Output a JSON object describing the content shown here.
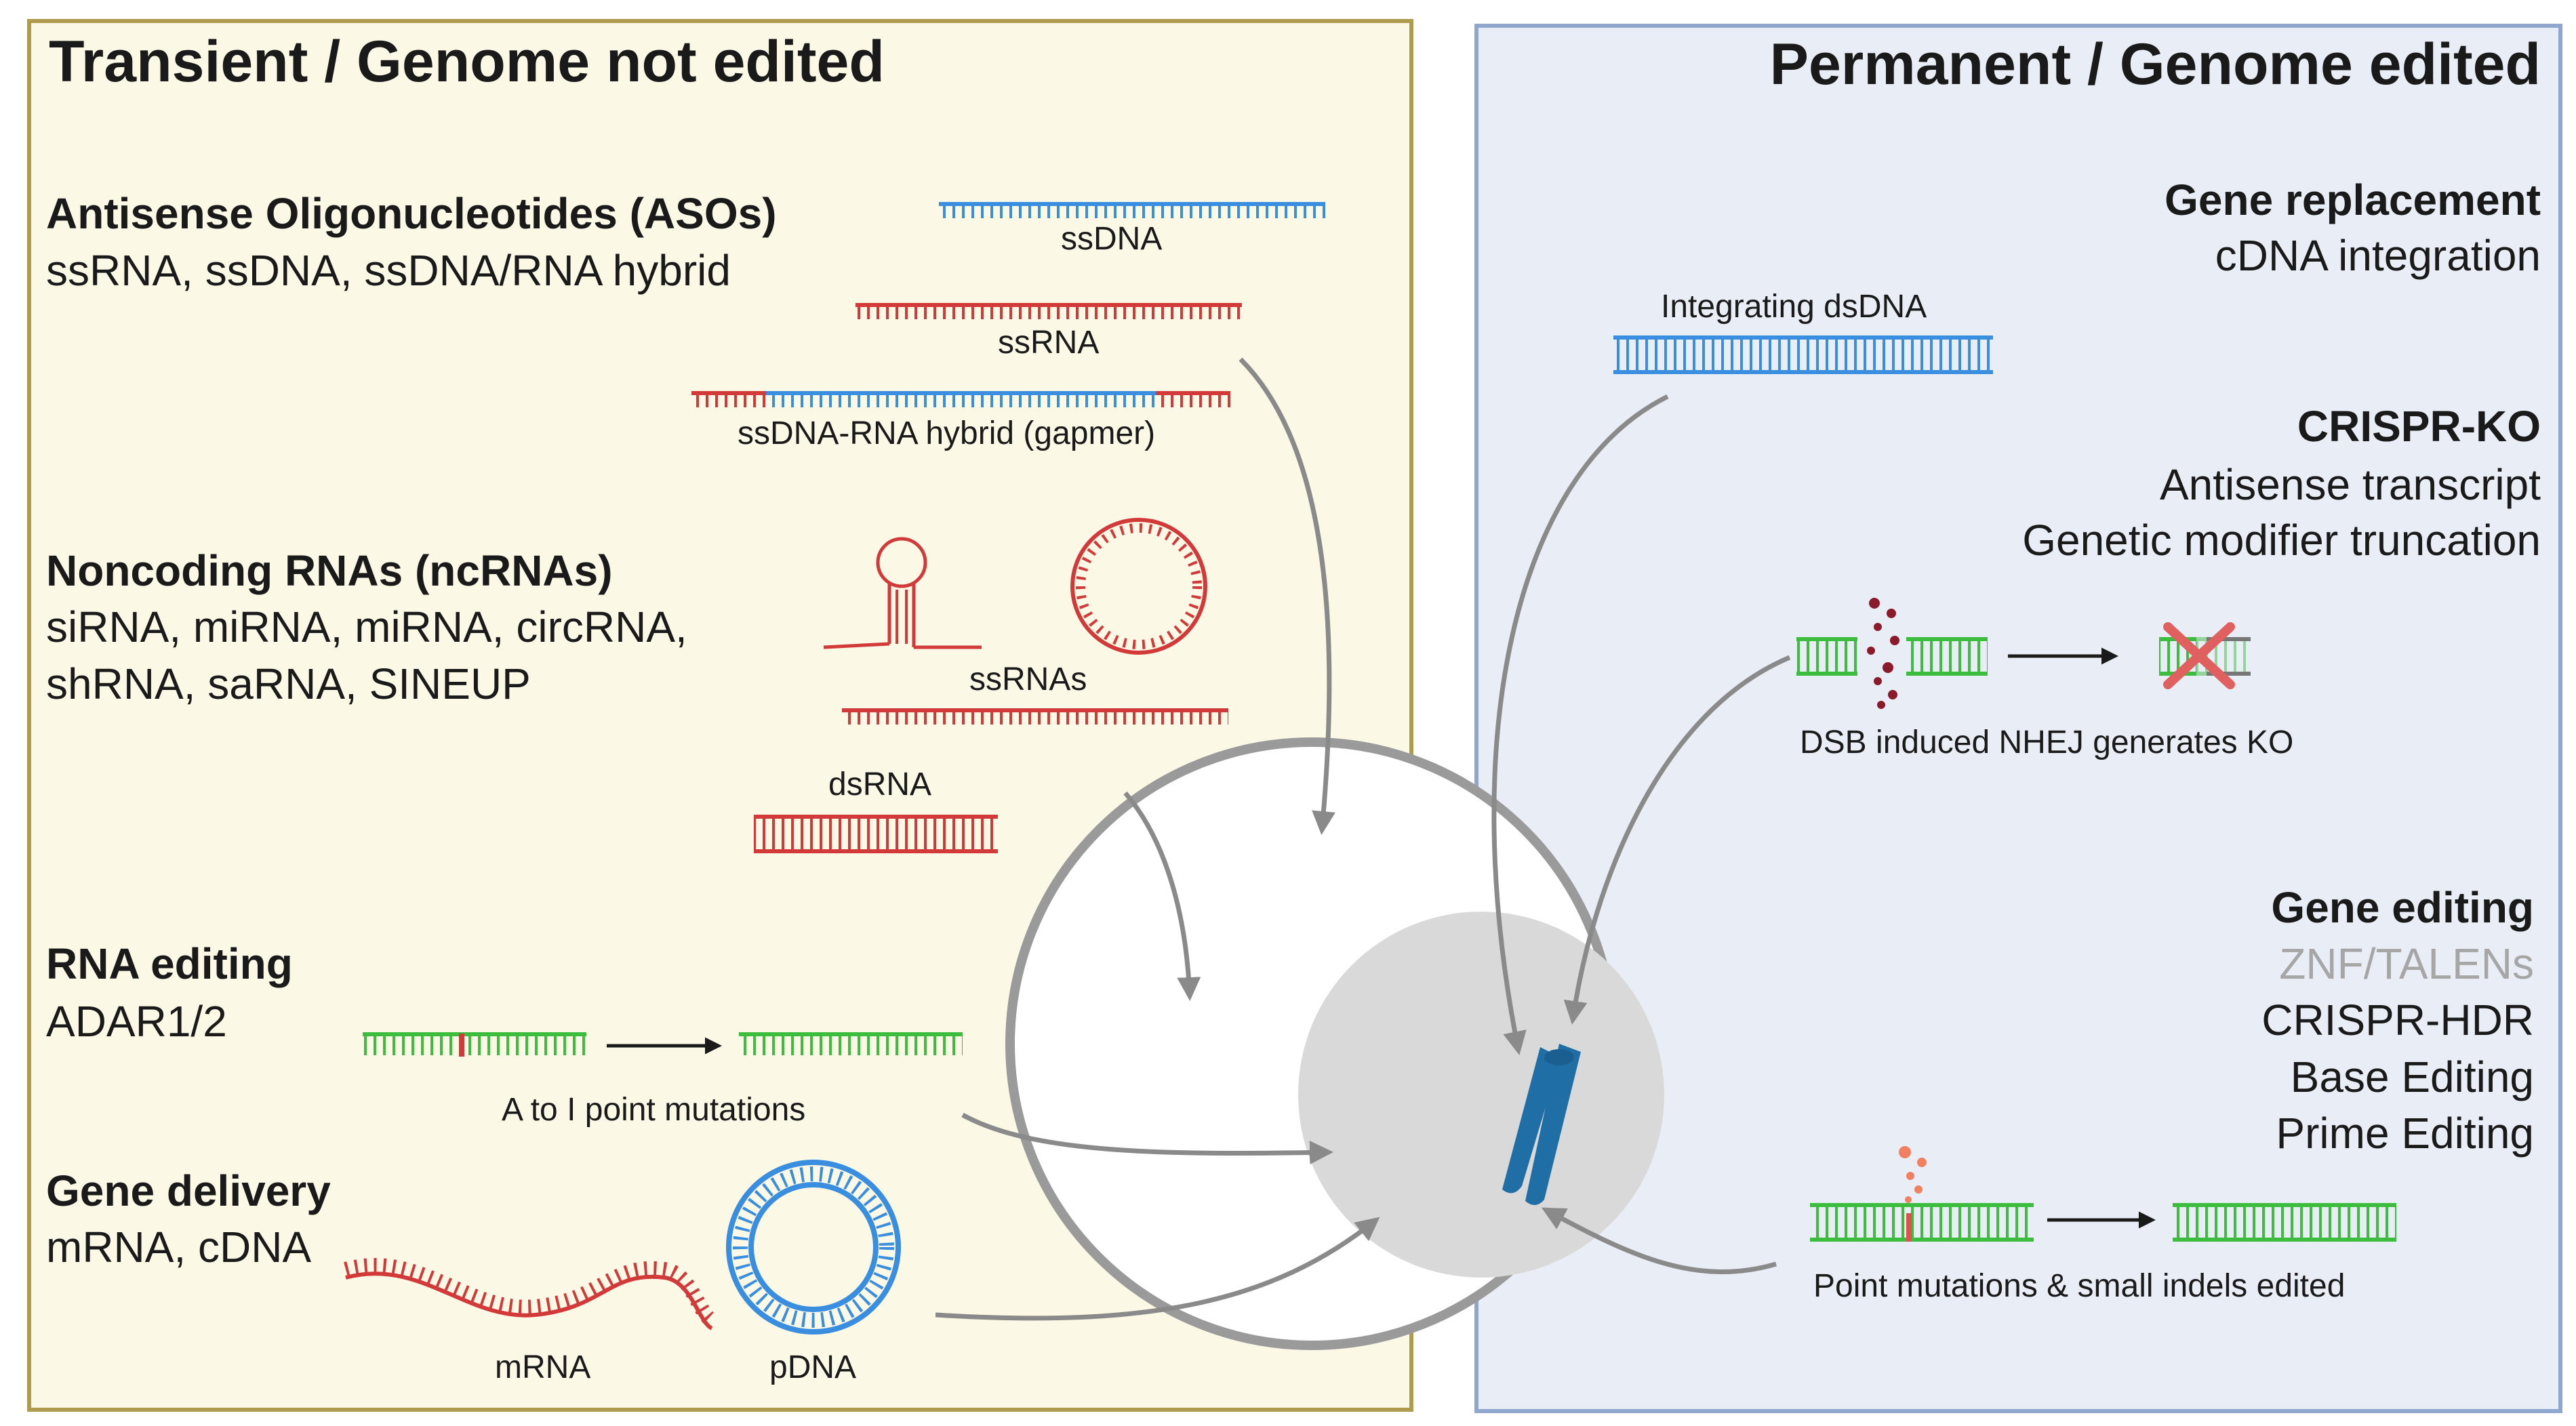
{
  "left": {
    "title": "Transient / Genome not edited",
    "aso": {
      "heading": "Antisense Oligonucleotides (ASOs)",
      "subtitle": "ssRNA, ssDNA, ssDNA/RNA hybrid",
      "ssdna_label": "ssDNA",
      "ssrna_label": "ssRNA",
      "hybrid_label": "ssDNA-RNA hybrid (gapmer)"
    },
    "ncrna": {
      "heading": "Noncoding RNAs (ncRNAs)",
      "line1": "siRNA, miRNA, miRNA, circRNA,",
      "line2": "shRNA, saRNA, SINEUP",
      "ssrnas_label": "ssRNAs",
      "dsrna_label": "dsRNA"
    },
    "rna_editing": {
      "heading": "RNA editing",
      "subtitle": "ADAR1/2",
      "caption": "A to I point mutations"
    },
    "gene_delivery": {
      "heading": "Gene delivery",
      "subtitle": "mRNA, cDNA",
      "mrna_label": "mRNA",
      "pdna_label": "pDNA"
    }
  },
  "right": {
    "title": "Permanent / Genome edited",
    "gene_replacement": {
      "heading": "Gene replacement",
      "subtitle": "cDNA integration",
      "dsdna_label": "Integrating dsDNA"
    },
    "crispr_ko": {
      "heading": "CRISPR-KO",
      "line1": "Antisense transcript",
      "line2": "Genetic modifier truncation",
      "caption": "DSB induced NHEJ generates KO"
    },
    "gene_editing": {
      "heading": "Gene editing",
      "tools": [
        "ZNF/TALENs",
        "CRISPR-HDR",
        "Base Editing",
        "Prime Editing"
      ],
      "caption": "Point mutations & small indels edited"
    }
  },
  "colors": {
    "dna_blue": "#3a8ee0",
    "rna_red": "#d23a3a",
    "edit_green": "#3dbd3d",
    "chromosome": "#1f6fa6",
    "muted_tool": "#a6a6a6",
    "nucleus": "#d9d9d9",
    "cell_border": "#9a9a9a",
    "arrow": "#8a8a8a"
  }
}
